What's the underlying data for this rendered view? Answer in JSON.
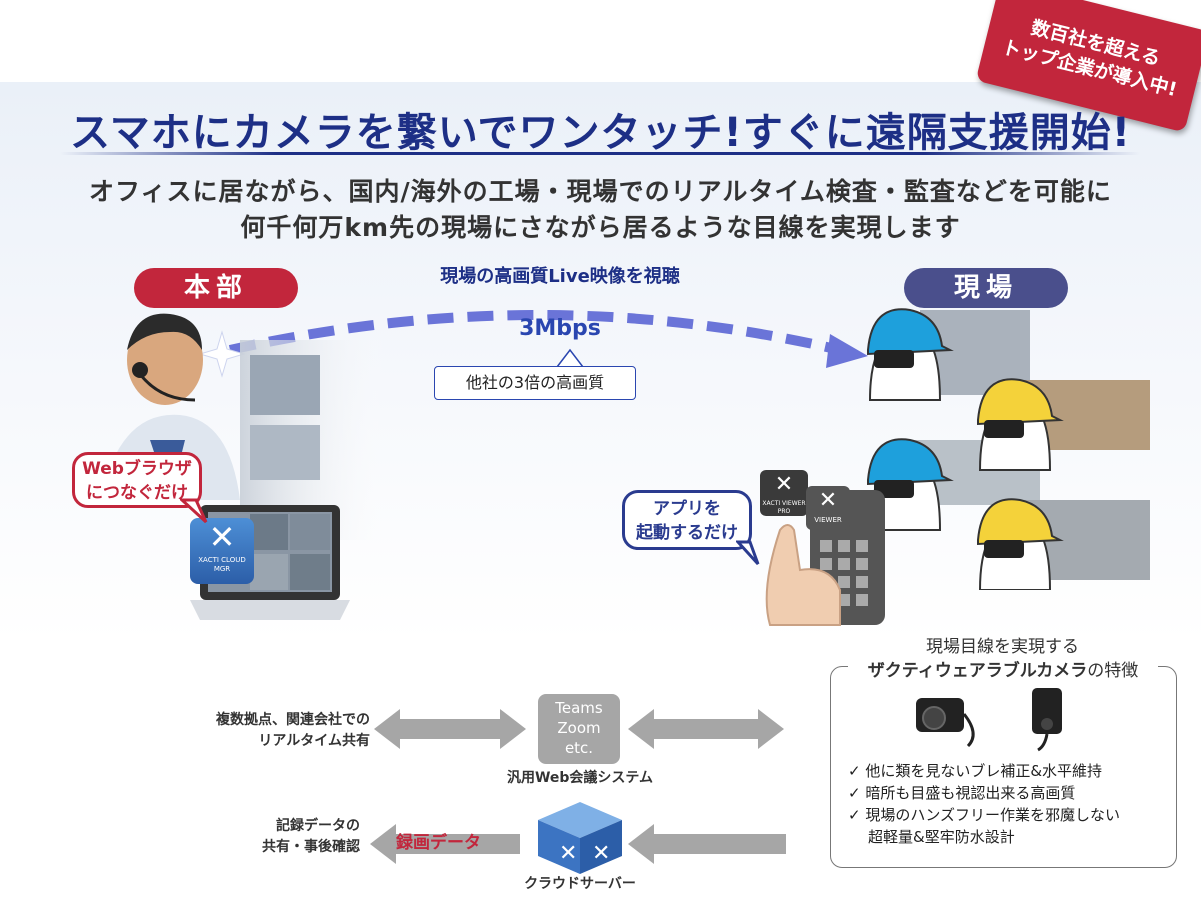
{
  "badge": {
    "line1": "数百社を超える",
    "line2": "トップ企業が導入中!"
  },
  "title": "スマホにカメラを繋いでワンタッチ!すぐに遠隔支援開始!",
  "subtitle": {
    "line1": "オフィスに居ながら、国内/海外の工場・現場でのリアルタイム検査・監査などを可能に",
    "line2": "何千何万km先の現場にさながら居るような目線を実現します"
  },
  "hq_label": "本部",
  "site_label": "現場",
  "stream": {
    "label": "現場の高画質Live映像を視聴",
    "bitrate": "3Mbps",
    "callout": "他社の3倍の高画質"
  },
  "browser_bubble": {
    "line1": "Webブラウザ",
    "line2": "につなぐだけ"
  },
  "app_bubble": {
    "line1": "アプリを",
    "line2": "起動するだけ"
  },
  "apps": {
    "cloud_mgr": "XACTI CLOUD MGR",
    "viewer_pro": "XACTI VIEWER PRO",
    "viewer": "VIEWER"
  },
  "features": {
    "heading1": "現場目線を実現する",
    "heading2_bold": "ザクティウェアラブルカメラ",
    "heading2_rest": "の特徴",
    "items": [
      "他に類を見ないブレ補正&水平維持",
      "暗所も目盛も視認出来る高画質",
      "現場のハンズフリー作業を邪魔しない",
      "超軽量&堅牢防水設計"
    ],
    "check": "✓"
  },
  "realtime": {
    "line1": "複数拠点、関連会社での",
    "line2": "リアルタイム共有"
  },
  "web_conf": {
    "line1": "Teams",
    "line2": "Zoom",
    "line3": "etc.",
    "caption": "汎用Web会議システム"
  },
  "record": {
    "line1": "記録データの",
    "line2": "共有・事後確認",
    "label": "録画データ"
  },
  "cloud_server": {
    "caption": "クラウドサーバー"
  },
  "colors": {
    "navy": "#1d2f86",
    "red": "#c2263c",
    "slate": "#4a4f8c",
    "gray": "#a6a6a6"
  }
}
